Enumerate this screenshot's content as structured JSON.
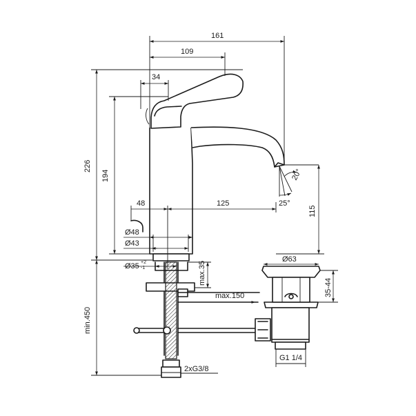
{
  "dimensions": {
    "overall_length": "161",
    "lever_reach": "109",
    "lever_offset": "34",
    "total_height": "226",
    "spout_height": "194",
    "body_axis_offset": "48",
    "spout_reach": "125",
    "outlet_height": "115",
    "spray_angle": "20°",
    "outlet_tilt": "25°",
    "base_diameter": "Ø48",
    "body_diameter": "Ø43",
    "hole_diameter": "Ø35",
    "hole_tolerance_plus": "+2",
    "hole_tolerance_minus": "-1",
    "max_deck_thickness": "max.35",
    "max_pullrod": "max.150",
    "min_hose_length": "min.450",
    "hose_connection": "2xG3/8",
    "waste_diameter": "Ø63",
    "waste_height_range": "35-44",
    "waste_thread": "G1 1/4"
  }
}
